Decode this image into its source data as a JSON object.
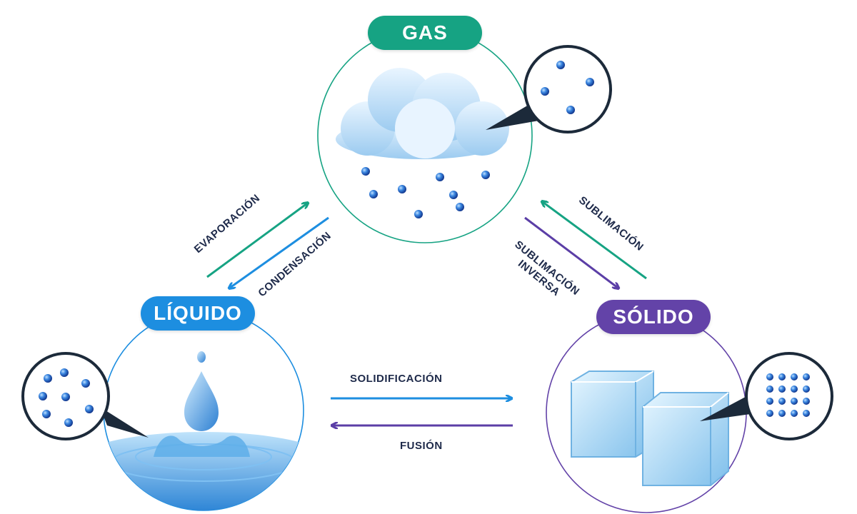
{
  "states": {
    "gas": "GAS",
    "liquid": "LÍQUIDO",
    "solid": "SÓLIDO"
  },
  "processes": {
    "evaporation": "EVAPORACIÓN",
    "condensation": "CONDENSACIÓN",
    "sublimation": "SUBLIMACIÓN",
    "inverse_sublimation": "SUBLIMACIÓN INVERSA",
    "solidification": "SOLIDIFICACIÓN",
    "fusion": "FUSIÓN"
  },
  "colors": {
    "gas": "#16a383",
    "liquid": "#1d8ee0",
    "solid": "#6343a8",
    "text": "#1e2a4a",
    "molecule": "#2a6fd6"
  }
}
